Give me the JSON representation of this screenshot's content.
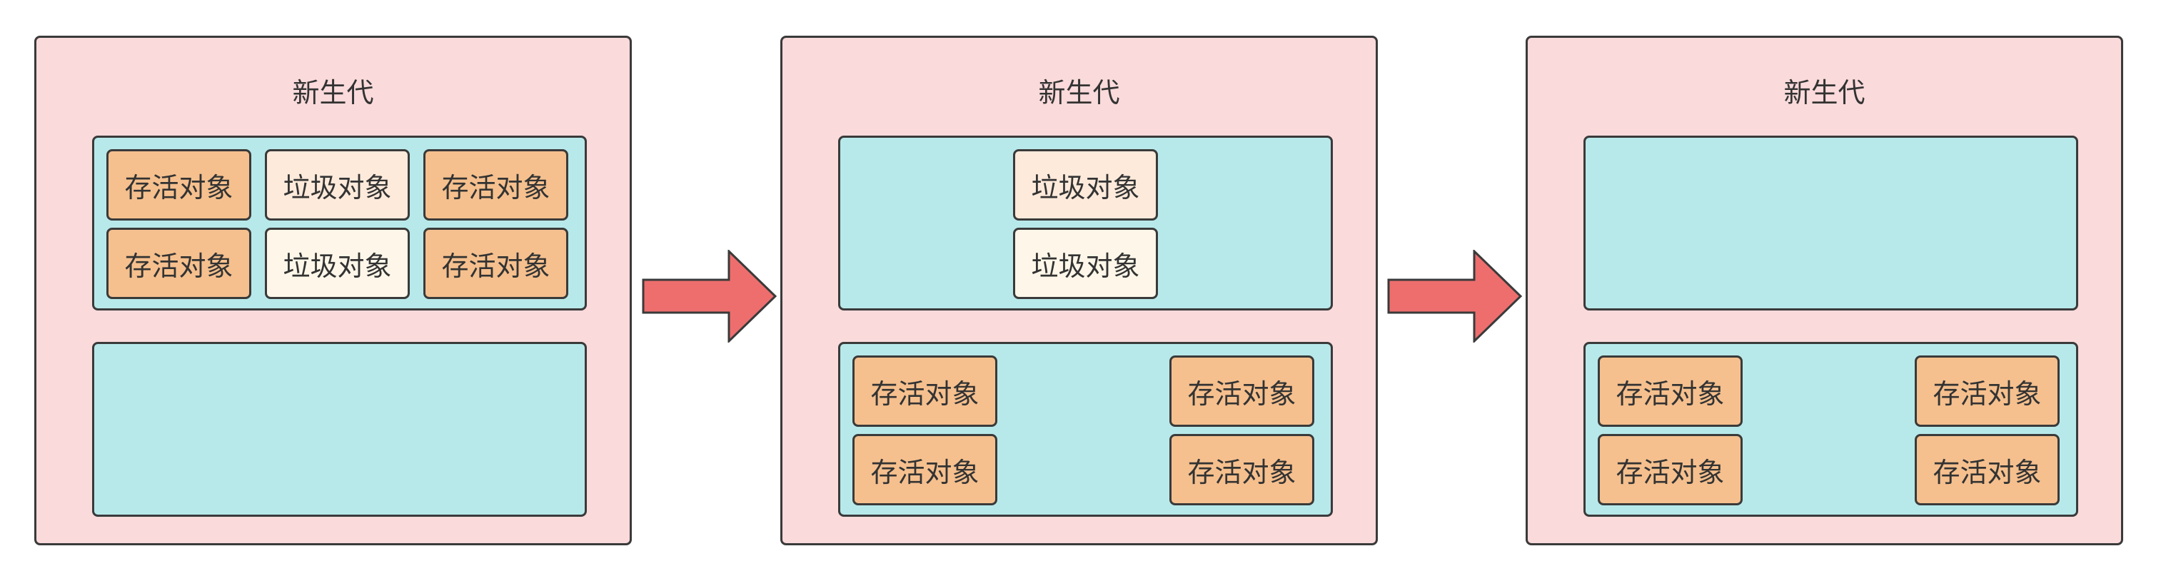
{
  "colors": {
    "panel_bg": "#fadadb",
    "region_bg": "#b8e9ea",
    "survivor_bg": "#f5c08e",
    "garbage_bg_a": "#fdeadb",
    "garbage_bg_b": "#fef7e9",
    "arrow": "#ee6e6e",
    "stroke": "#3a3a3a"
  },
  "panels": [
    {
      "title": "新生代",
      "top_region": {
        "objects": [
          {
            "label": "存活对象",
            "kind": "survivor"
          },
          {
            "label": "垃圾对象",
            "kind": "garbage"
          },
          {
            "label": "存活对象",
            "kind": "survivor"
          },
          {
            "label": "存活对象",
            "kind": "survivor"
          },
          {
            "label": "垃圾对象",
            "kind": "garbage"
          },
          {
            "label": "存活对象",
            "kind": "survivor"
          }
        ]
      },
      "bottom_region": {
        "objects": []
      }
    },
    {
      "title": "新生代",
      "top_region": {
        "objects": [
          {
            "label": "垃圾对象",
            "kind": "garbage"
          },
          {
            "label": "垃圾对象",
            "kind": "garbage"
          }
        ]
      },
      "bottom_region": {
        "objects": [
          {
            "label": "存活对象",
            "kind": "survivor"
          },
          {
            "label": "存活对象",
            "kind": "survivor"
          },
          {
            "label": "存活对象",
            "kind": "survivor"
          },
          {
            "label": "存活对象",
            "kind": "survivor"
          }
        ]
      }
    },
    {
      "title": "新生代",
      "top_region": {
        "objects": []
      },
      "bottom_region": {
        "objects": [
          {
            "label": "存活对象",
            "kind": "survivor"
          },
          {
            "label": "存活对象",
            "kind": "survivor"
          },
          {
            "label": "存活对象",
            "kind": "survivor"
          },
          {
            "label": "存活对象",
            "kind": "survivor"
          }
        ]
      }
    }
  ],
  "arrows": [
    {
      "direction": "right"
    },
    {
      "direction": "right"
    }
  ]
}
